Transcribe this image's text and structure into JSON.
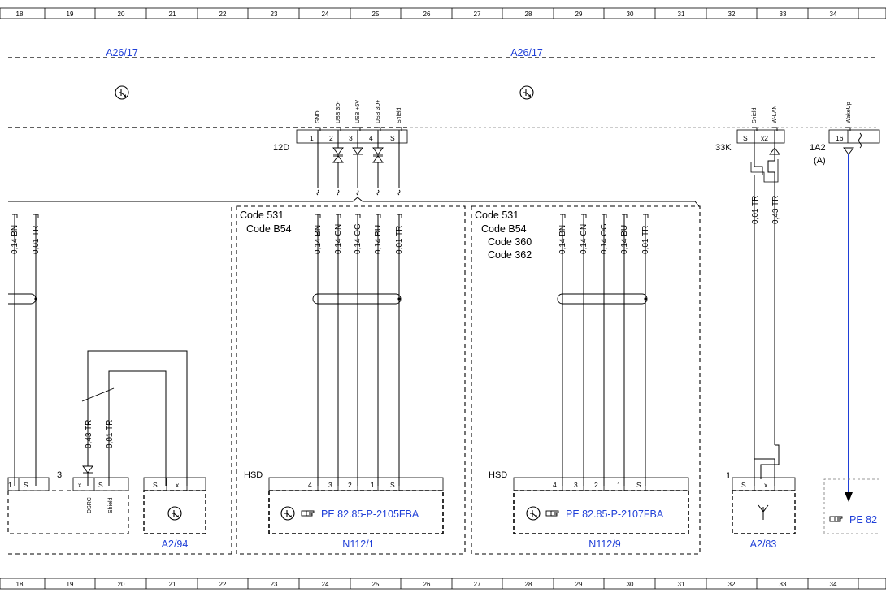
{
  "ruler": [
    "18",
    "19",
    "20",
    "21",
    "22",
    "23",
    "24",
    "25",
    "26",
    "27",
    "28",
    "29",
    "30",
    "31",
    "32",
    "33",
    "34"
  ],
  "components": {
    "a26_17_left": "A26/17",
    "a26_17_right": "A26/17",
    "a2_94": "A2/94",
    "n112_1": "N112/1",
    "n112_9": "N112/9",
    "a2_83": "A2/83"
  },
  "connectors": {
    "c12d": "12D",
    "c33k": "33K",
    "c1a2": "1A2",
    "c1a2_sub": "(A)",
    "hsd": "HSD",
    "num3": "3",
    "num1": "1"
  },
  "usb_pins": [
    {
      "label": "GND",
      "num": "1"
    },
    {
      "label": "USB 3D-",
      "num": "2"
    },
    {
      "label": "USB +5V",
      "num": "3"
    },
    {
      "label": "USB 3D+",
      "num": "4"
    },
    {
      "label": "Shield",
      "num": "S"
    }
  ],
  "top_right_pins": {
    "shield": "Shield",
    "shield_num": "S",
    "wlan": "W-LAN",
    "wlan_num": "x2",
    "wakeup": "WakeUp",
    "wakeup_num": "16"
  },
  "codes": {
    "mid": [
      "Code 531",
      "Code B54"
    ],
    "right": [
      "Code 531",
      "Code B54",
      "Code 360",
      "Code 362"
    ]
  },
  "wires": {
    "left": [
      "0,14 BN",
      "0,01 TR"
    ],
    "mid": [
      "0,14 BN",
      "0,14 GN",
      "0,14 OG",
      "0,14 BU",
      "0,01 TR"
    ],
    "right": [
      "0,14 BN",
      "0,14 GN",
      "0,14 OG",
      "0,14 BU",
      "0,01 TR"
    ],
    "a2_83": [
      "0,01 TR",
      "0,43 TR"
    ],
    "dsrc": [
      "0,43 TR",
      "0,01 TR"
    ]
  },
  "bottom_pins": {
    "left_edge": [
      "1",
      "S"
    ],
    "dsrc": [
      "x",
      "S"
    ],
    "dsrc_labels": [
      "DSRC",
      "Shield"
    ],
    "a2_94": [
      "S",
      "x"
    ],
    "hsd": [
      "4",
      "3",
      "2",
      "1",
      "S"
    ],
    "a2_83": [
      "S",
      "x"
    ]
  },
  "refs": {
    "n112_1": "PE 82.85-P-2105FBA",
    "n112_9": "PE 82.85-P-2107FBA",
    "edge": "PE 82"
  },
  "colors": {
    "link": "#1f3fd8",
    "ink": "#000000"
  },
  "icons": [
    "ground-circle-icon",
    "pointing-hand-icon",
    "antenna-icon"
  ]
}
